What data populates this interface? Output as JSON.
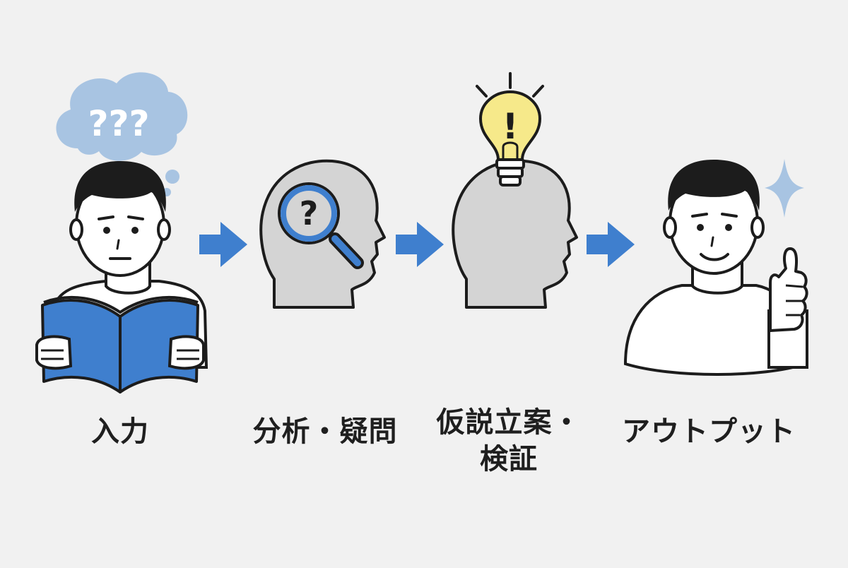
{
  "steps": [
    {
      "label": "入力",
      "thought": "???"
    },
    {
      "label": "分析・疑問",
      "icon_glyph": "?"
    },
    {
      "label_line1": "仮説立案・",
      "label_line2": "検証",
      "icon_glyph": "!"
    },
    {
      "label": "アウトプット"
    }
  ],
  "icons": {
    "step1": [
      "person-reading-icon",
      "thought-cloud-icon",
      "book-icon"
    ],
    "step2": [
      "head-profile-icon",
      "magnifying-glass-icon"
    ],
    "step3": [
      "head-profile-icon",
      "lightbulb-icon"
    ],
    "step4": [
      "person-smiling-icon",
      "thumbs-up-icon",
      "sparkle-icon"
    ],
    "arrows": "arrow-right-icon"
  },
  "colors": {
    "background": "#f1f1f1",
    "accent_blue": "#3f7fce",
    "cloud_blue": "#a8c4e2",
    "bulb_yellow": "#f6e98a",
    "head_gray": "#d4d4d4",
    "outline": "#1c1c1c"
  }
}
